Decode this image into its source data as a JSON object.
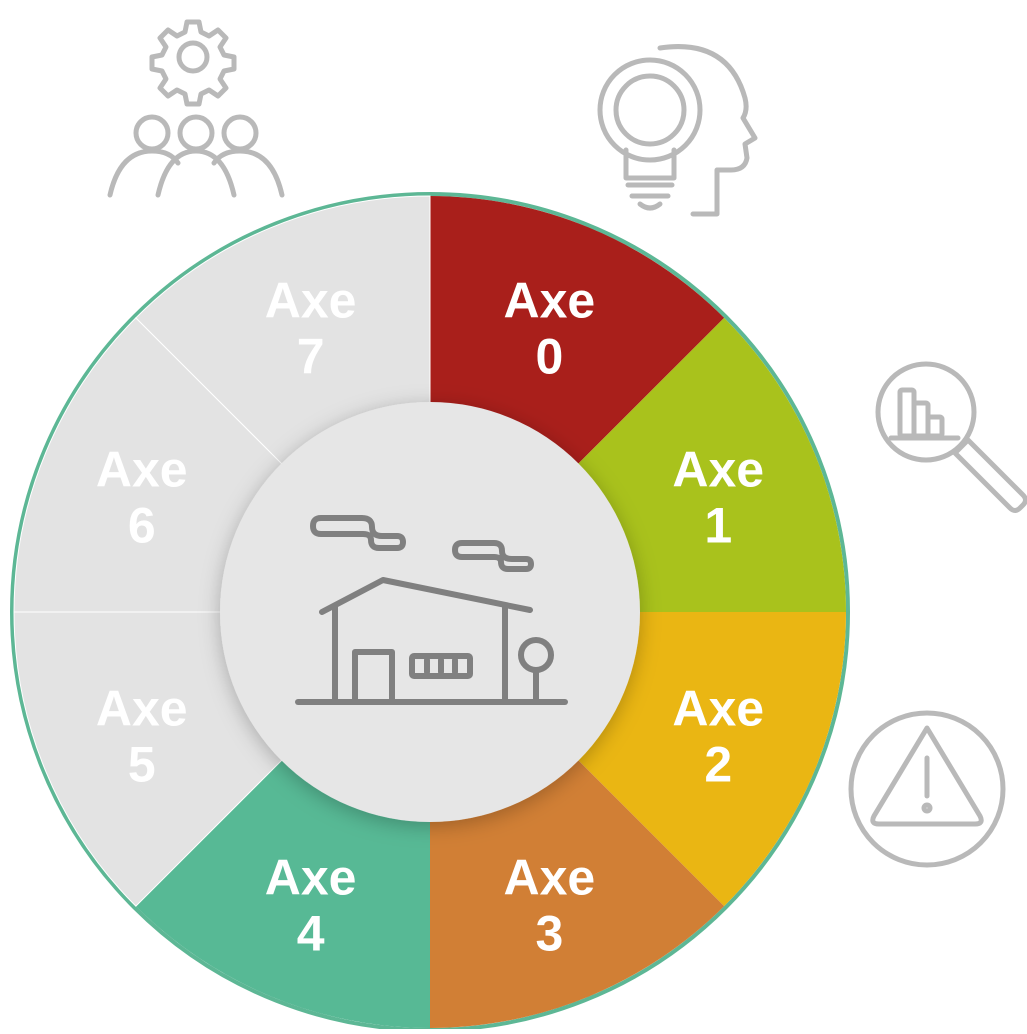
{
  "diagram": {
    "segments": [
      {
        "word": "Axe",
        "number": "0",
        "fill": "#a91f1b",
        "text_color": "#ffffff",
        "highlighted": true
      },
      {
        "word": "Axe",
        "number": "1",
        "fill": "#a9c21c",
        "text_color": "#ffffff",
        "highlighted": true
      },
      {
        "word": "Axe",
        "number": "2",
        "fill": "#eab613",
        "text_color": "#ffffff",
        "highlighted": true
      },
      {
        "word": "Axe",
        "number": "3",
        "fill": "#d17f35",
        "text_color": "#ffffff",
        "highlighted": true
      },
      {
        "word": "Axe",
        "number": "4",
        "fill": "#57b995",
        "text_color": "#ffffff",
        "highlighted": true
      },
      {
        "word": "Axe",
        "number": "5",
        "fill": "#e3e3e3",
        "text_color": "#ffffff",
        "highlighted": false
      },
      {
        "word": "Axe",
        "number": "6",
        "fill": "#e3e3e3",
        "text_color": "#ffffff",
        "highlighted": false
      },
      {
        "word": "Axe",
        "number": "7",
        "fill": "#e3e3e3",
        "text_color": "#ffffff",
        "highlighted": false
      }
    ],
    "ring_color": "#5db795",
    "center_fill": "#e6e6e6",
    "center_icon": "house-icon",
    "outer_icons": [
      "team-gear-icon",
      "idea-head-icon",
      "chart-magnifier-icon",
      "warning-icon"
    ]
  }
}
